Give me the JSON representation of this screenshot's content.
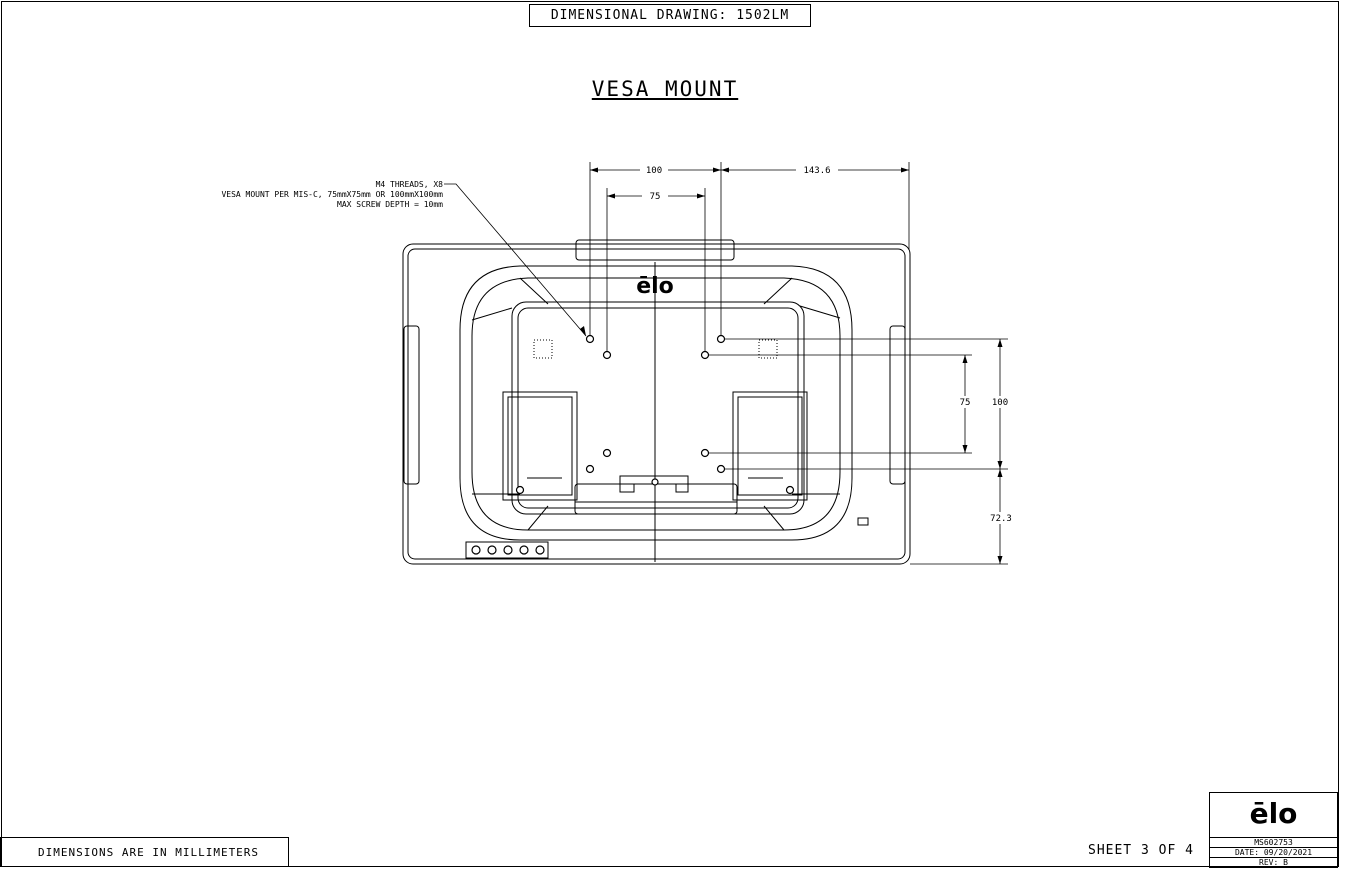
{
  "drawing": {
    "title": "DIMENSIONAL DRAWING: 1502LM",
    "view_title": "VESA MOUNT",
    "units_note": "DIMENSIONS ARE IN MILLIMETERS",
    "sheet": "SHEET 3 OF 4"
  },
  "callout": {
    "line1": "M4 THREADS, X8",
    "line2": "VESA MOUNT PER MIS-C, 75mmX75mm OR 100mmX100mm",
    "line3": "MAX SCREW DEPTH = 10mm"
  },
  "dimensions": {
    "top_outer": "100",
    "top_inner": "75",
    "top_right": "143.6",
    "side_inner": "75",
    "side_outer": "100",
    "side_bottom": "72.3"
  },
  "device_logo": "ēlo",
  "title_block": {
    "logo": "ēlo",
    "doc_number": "MS602753",
    "date": "DATE: 09/20/2021",
    "rev": "REV: B"
  }
}
